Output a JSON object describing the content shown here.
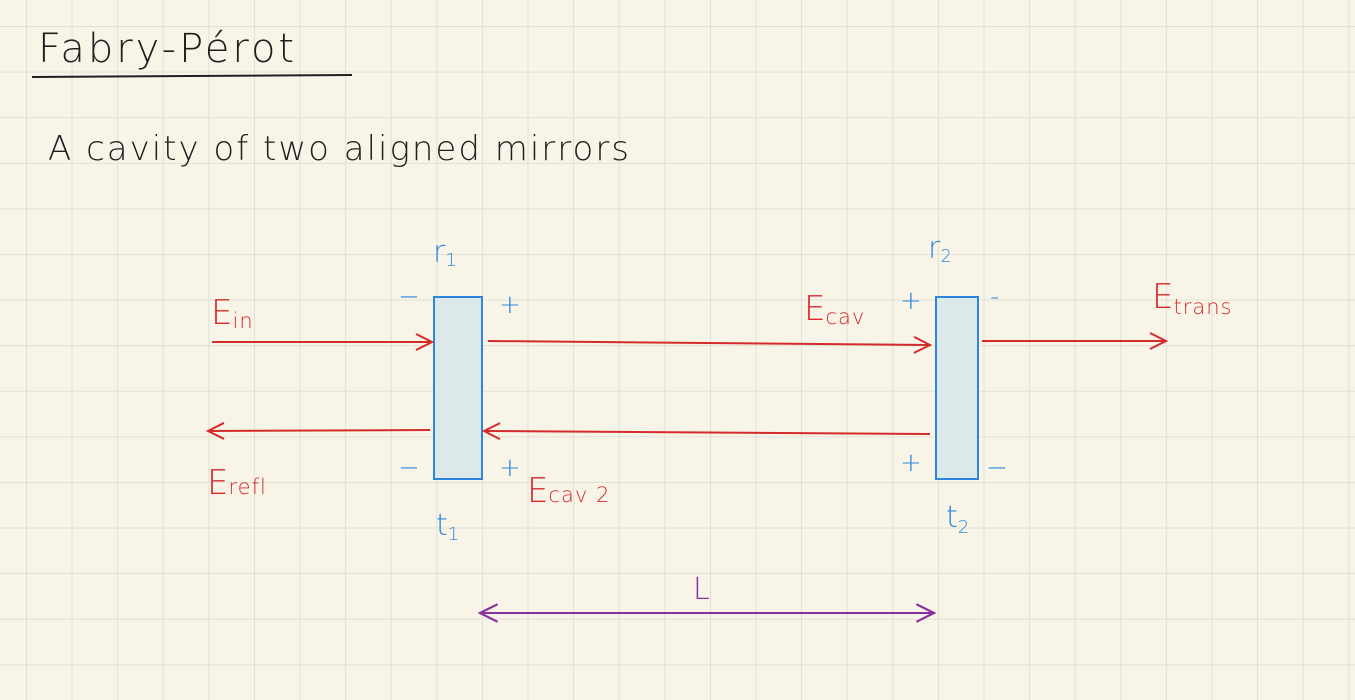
{
  "title": "Fabry-Pérot",
  "subtitle": "A cavity of two aligned mirrors",
  "mirror1": {
    "r_label": "r",
    "r_sub": "1",
    "t_label": "t",
    "t_sub": "1",
    "sign_left_top": "−",
    "sign_right_top": "+",
    "sign_left_bottom": "−",
    "sign_right_bottom": "+"
  },
  "mirror2": {
    "r_label": "r",
    "r_sub": "2",
    "t_label": "t",
    "t_sub": "2",
    "sign_left_top": "+",
    "sign_right_top": "-",
    "sign_left_bottom": "+",
    "sign_right_bottom": "−"
  },
  "fields": {
    "ein_main": "E",
    "ein_sub": "in",
    "erefl_main": "E",
    "erefl_sub": "refl",
    "ecav_main": "E",
    "ecav_sub": "cav",
    "ecav2_main": "E",
    "ecav2_sub": "cav 2",
    "etrans_main": "E",
    "etrans_sub": "trans"
  },
  "length_label": "L",
  "colors": {
    "field": "#d42a2a",
    "mirror": "#2d86e0",
    "mirror_fill": "#dde8ea",
    "length": "#8a2f9e",
    "ink": "#1f1f1f",
    "paper": "#f8f5e8",
    "grid": "#e2e0d4"
  }
}
